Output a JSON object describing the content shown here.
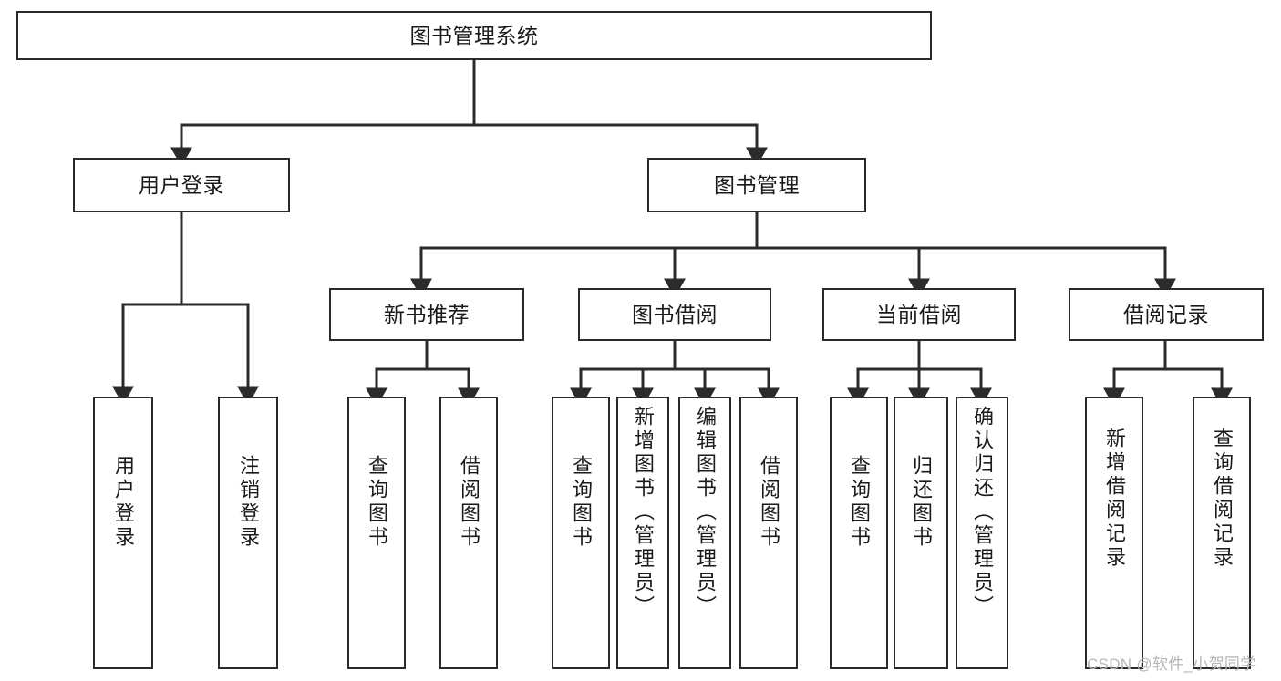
{
  "diagram": {
    "title": "图书管理系统",
    "type": "tree-hierarchy-diagram",
    "colors": {
      "box_stroke": "#2b2b2b",
      "box_fill": "#ffffff",
      "line": "#2b2b2b",
      "text": "#1a1a1a",
      "watermark": "#b6b6b6",
      "background": "#ffffff"
    },
    "root": {
      "label": "图书管理系统"
    },
    "level2": [
      {
        "label": "用户登录"
      },
      {
        "label": "图书管理"
      }
    ],
    "level3": [
      {
        "label": "新书推荐"
      },
      {
        "label": "图书借阅"
      },
      {
        "label": "当前借阅"
      },
      {
        "label": "借阅记录"
      }
    ],
    "leaves": {
      "user_login": [
        {
          "label": "用户登录"
        },
        {
          "label": "注销登录"
        }
      ],
      "new_book_recommend": [
        {
          "label": "查询图书"
        },
        {
          "label": "借阅图书"
        }
      ],
      "book_borrow": [
        {
          "label": "查询图书"
        },
        {
          "label": "新增图书（管理员）"
        },
        {
          "label": "编辑图书（管理员）"
        },
        {
          "label": "借阅图书"
        }
      ],
      "current_borrow": [
        {
          "label": "查询图书"
        },
        {
          "label": "归还图书"
        },
        {
          "label": "确认归还（管理员）"
        }
      ],
      "borrow_record": [
        {
          "label": "新增借阅记录"
        },
        {
          "label": "查询借阅记录"
        }
      ]
    }
  },
  "watermark": {
    "text": "CSDN @软件_小贺同学"
  }
}
